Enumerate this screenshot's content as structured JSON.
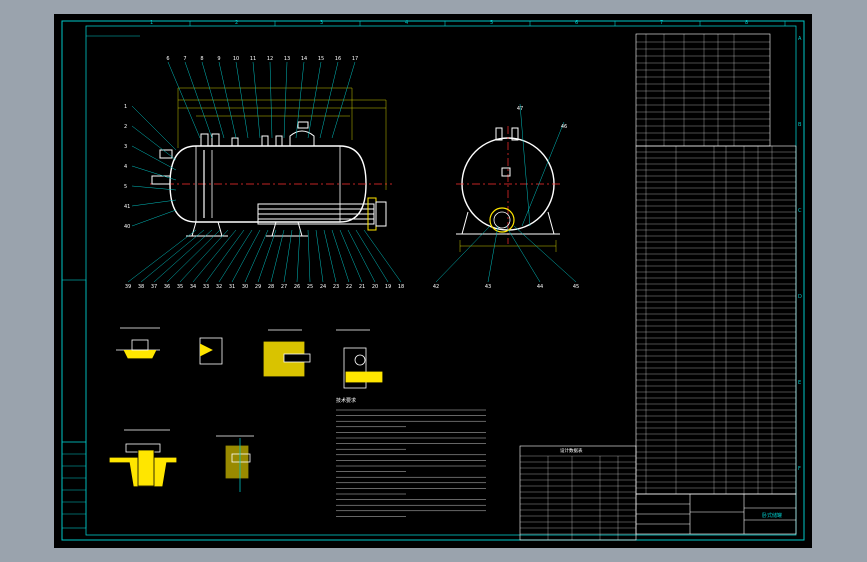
{
  "colors": {
    "background": "#9aa3ad",
    "paper": "#000000",
    "border": "#00c8c8",
    "vessel": "#ffffff",
    "leader": "#00c0c0",
    "center_line": "#ff3030",
    "hatch": "#ffe600",
    "dims": "#c8c800",
    "nozzle": "#ff40ff"
  },
  "drawing": {
    "zone_numbers_top": [
      "1",
      "2",
      "3",
      "4",
      "5",
      "6",
      "7",
      "8"
    ],
    "zone_letters_right": [
      "A",
      "B",
      "C",
      "D",
      "E",
      "F"
    ],
    "side_view_callouts": [
      "1",
      "2",
      "3",
      "4",
      "5",
      "6",
      "7",
      "8",
      "9",
      "10",
      "11",
      "12",
      "13",
      "14",
      "15",
      "16",
      "17",
      "18",
      "19",
      "20",
      "21",
      "22",
      "23",
      "24",
      "25",
      "26",
      "27",
      "28",
      "29",
      "30",
      "31",
      "32",
      "33",
      "34",
      "35",
      "36",
      "37",
      "38",
      "39",
      "40",
      "41"
    ],
    "end_view_callouts": [
      "42",
      "43",
      "44",
      "45",
      "46",
      "47"
    ],
    "notes_heading": "技术要求",
    "design_table_heading": "设计数据表",
    "title_block_name": "卧式储罐"
  }
}
